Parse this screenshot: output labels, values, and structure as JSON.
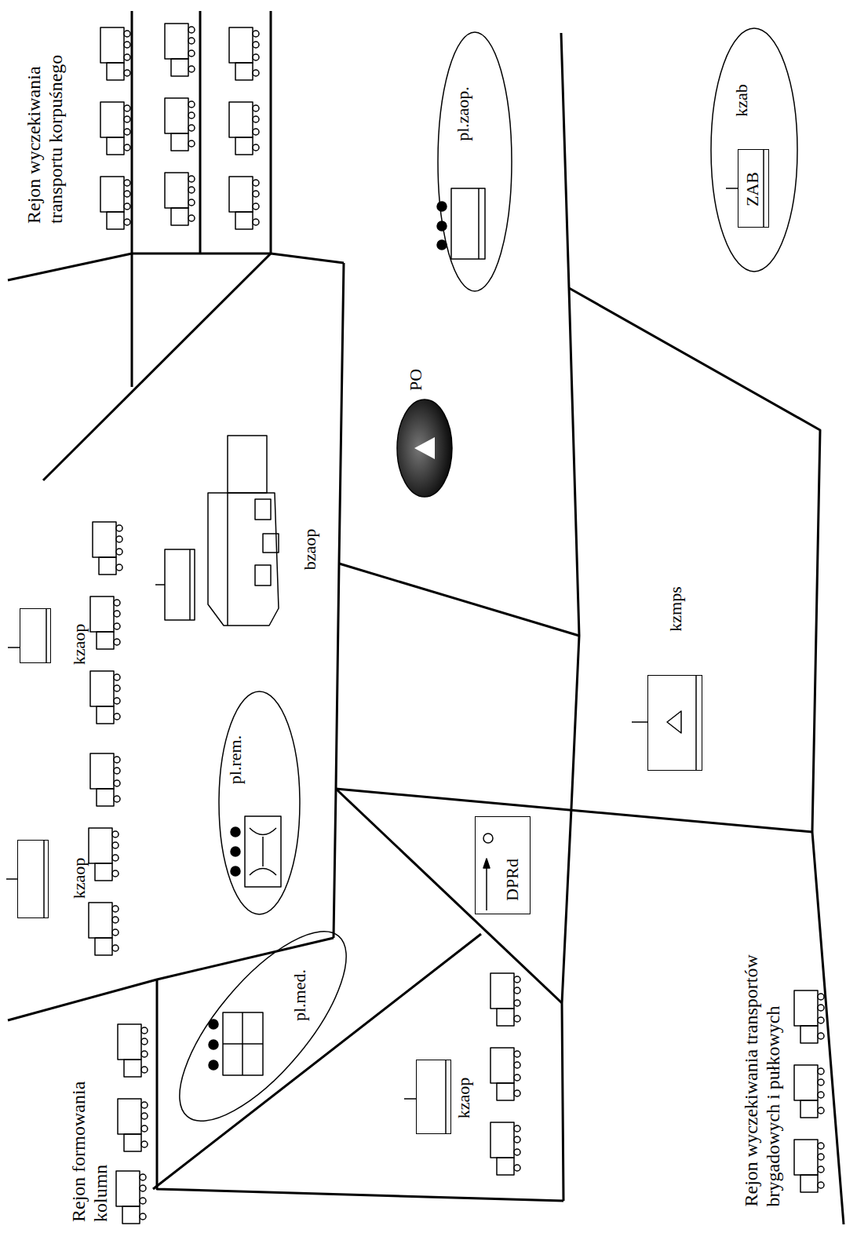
{
  "diagram": {
    "nodes": [
      {
        "text": [
          "pl.zaop."
        ]
      },
      {
        "text": [
          "kzab"
        ]
      },
      {
        "text": [
          "ZAB"
        ],
        "in": 1
      },
      {
        "text": [
          "PO"
        ]
      },
      {
        "text": [
          "kzaop"
        ]
      },
      {
        "text": [
          "kzaop"
        ]
      },
      {
        "text": [
          "pl.rem."
        ]
      },
      {
        "text": [
          "kzmps"
        ]
      },
      {
        "text": [
          "DPRd"
        ]
      },
      {
        "text": [
          "pl.med."
        ]
      },
      {
        "text": [
          "kzaop"
        ]
      }
    ],
    "labels": [
      "Rejon wyczekiwania transportu korpuśnego",
      "Rejon formowania kolumn",
      "Rejon wyczekiwania transportów brygadowych i pułkowych",
      "bzaop"
    ]
  }
}
